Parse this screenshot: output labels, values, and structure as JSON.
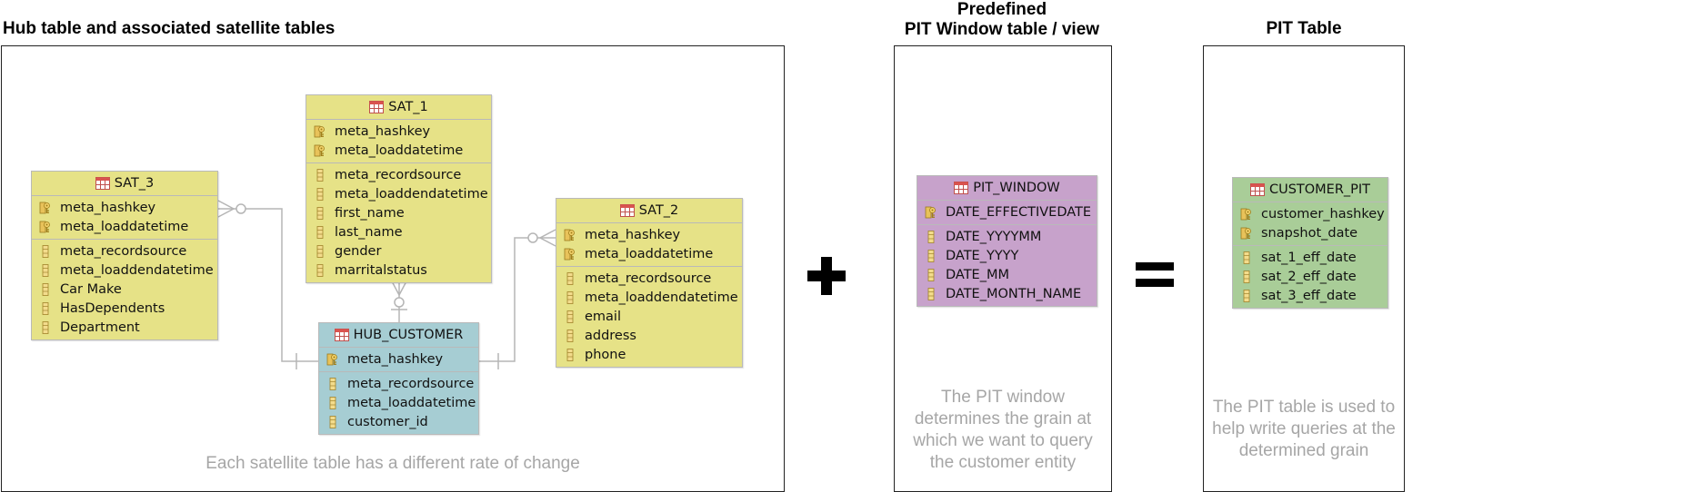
{
  "sections": {
    "hub_group": {
      "title": "Hub table and associated satellite tables",
      "caption": "Each satellite table has a different rate of change"
    },
    "pit_window": {
      "title_line1": "Predefined",
      "title_line2": "PIT Window table / view",
      "caption": "The PIT window determines the grain at which we want to query the customer entity"
    },
    "pit_table": {
      "title": "PIT Table",
      "caption": "The PIT table is used to help write queries at the determined grain"
    }
  },
  "operators": {
    "plus": "+",
    "equals": "="
  },
  "colors": {
    "satellite": "#e6e287",
    "hub": "#a6cdd3",
    "pit_window": "#c7a2cb",
    "pit": "#a9cd98",
    "connector": "#b5b5b5",
    "caption_text": "#a6a6a6"
  },
  "icons": {
    "table": "table-icon",
    "key": "key-icon",
    "column": "column-icon"
  },
  "tables": {
    "sat_1": {
      "name": "SAT_1",
      "keys": [
        "meta_hashkey",
        "meta_loaddatetime"
      ],
      "columns": [
        "meta_recordsource",
        "meta_loaddendatetime",
        "first_name",
        "last_name",
        "gender",
        "marritalstatus"
      ]
    },
    "sat_2": {
      "name": "SAT_2",
      "keys": [
        "meta_hashkey",
        "meta_loaddatetime"
      ],
      "columns": [
        "meta_recordsource",
        "meta_loaddendatetime",
        "email",
        "address",
        "phone"
      ]
    },
    "sat_3": {
      "name": "SAT_3",
      "keys": [
        "meta_hashkey",
        "meta_loaddatetime"
      ],
      "columns": [
        "meta_recordsource",
        "meta_loaddendatetime",
        "Car Make",
        "HasDependents",
        "Department"
      ]
    },
    "hub_customer": {
      "name": "HUB_CUSTOMER",
      "keys": [
        "meta_hashkey"
      ],
      "columns": [
        "meta_recordsource",
        "meta_loaddatetime",
        "customer_id"
      ]
    },
    "pit_window": {
      "name": "PIT_WINDOW",
      "keys": [
        "DATE_EFFECTIVEDATE"
      ],
      "columns": [
        "DATE_YYYYMM",
        "DATE_YYYY",
        "DATE_MM",
        "DATE_MONTH_NAME"
      ]
    },
    "customer_pit": {
      "name": "CUSTOMER_PIT",
      "keys": [
        "customer_hashkey",
        "snapshot_date"
      ],
      "columns": [
        "sat_1_eff_date",
        "sat_2_eff_date",
        "sat_3_eff_date"
      ]
    }
  }
}
